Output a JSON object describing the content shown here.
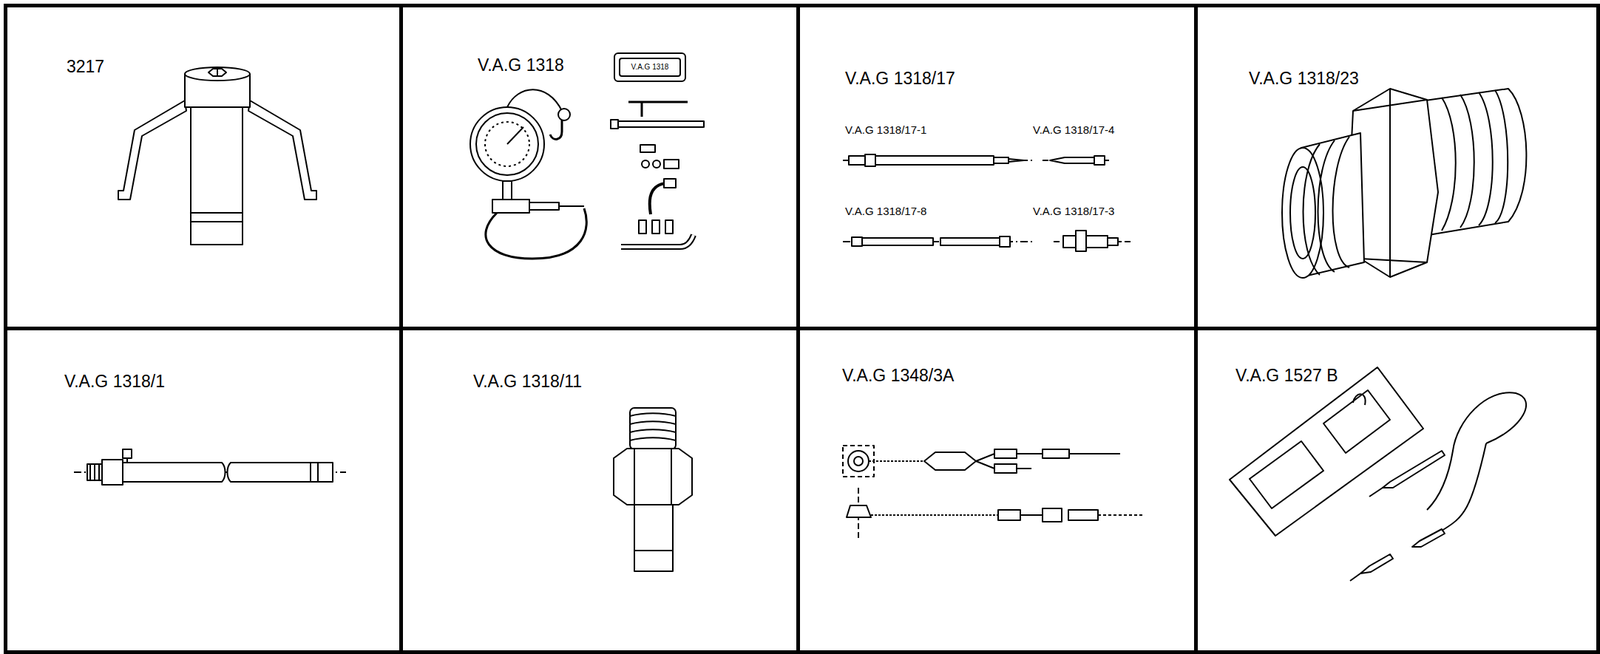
{
  "diagram": {
    "nodes": [
      {
        "text": [
          "3217"
        ]
      },
      {
        "text": [
          "V.A.G 1318"
        ]
      },
      {
        "text": [
          "V.A.G 1318/17"
        ]
      },
      {
        "text": [
          "V.A.G 1318/23"
        ]
      },
      {
        "text": [
          "V.A.G 1318/1"
        ]
      },
      {
        "text": [
          "V.A.G 1318/11"
        ]
      },
      {
        "text": [
          "V.A.G 1348/3A"
        ]
      },
      {
        "text": [
          "V.A.G 1527 B"
        ]
      }
    ],
    "labels": [
      "V.A.G 1318",
      "V.A.G 1318/17-1",
      "V.A.G 1318/17-4",
      "V.A.G 1318/17-8",
      "V.A.G 1318/17-3"
    ]
  }
}
